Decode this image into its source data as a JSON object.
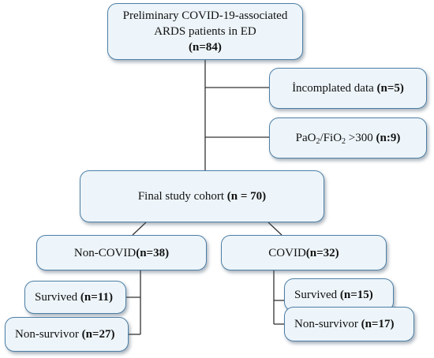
{
  "boxes": {
    "preliminary": {
      "line1": "Preliminary COVID-19-associated",
      "line2": "ARDS patients in ED",
      "count": "(n=84)"
    },
    "excluded_incomplete": {
      "label": "İncomplated data",
      "count": "(n=5)"
    },
    "excluded_pao2": {
      "label_prefix": "PaO",
      "label_sub1": "2",
      "label_mid": "/FiO",
      "label_sub2": "2",
      "label_suffix": " >300",
      "count": "(n:9)"
    },
    "final_cohort": {
      "label": "Final study cohort",
      "count": "(n = 70)"
    },
    "non_covid": {
      "label": "Non-COVID",
      "count": "(n=38)"
    },
    "covid": {
      "label": "COVID",
      "count": "(n=32)"
    },
    "non_covid_survived": {
      "label": "Survived",
      "count": "(n=11)"
    },
    "non_covid_non_survivor": {
      "label": "Non-survivor",
      "count": "(n=27)"
    },
    "covid_survived": {
      "label": "Survived",
      "count": "(n=15)"
    },
    "covid_non_survivor": {
      "label": "Non-survivor",
      "count": "(n=17)"
    }
  },
  "colors": {
    "box_fill": "#edf5fa",
    "box_border": "#4d7fa6",
    "connector": "#333333"
  }
}
